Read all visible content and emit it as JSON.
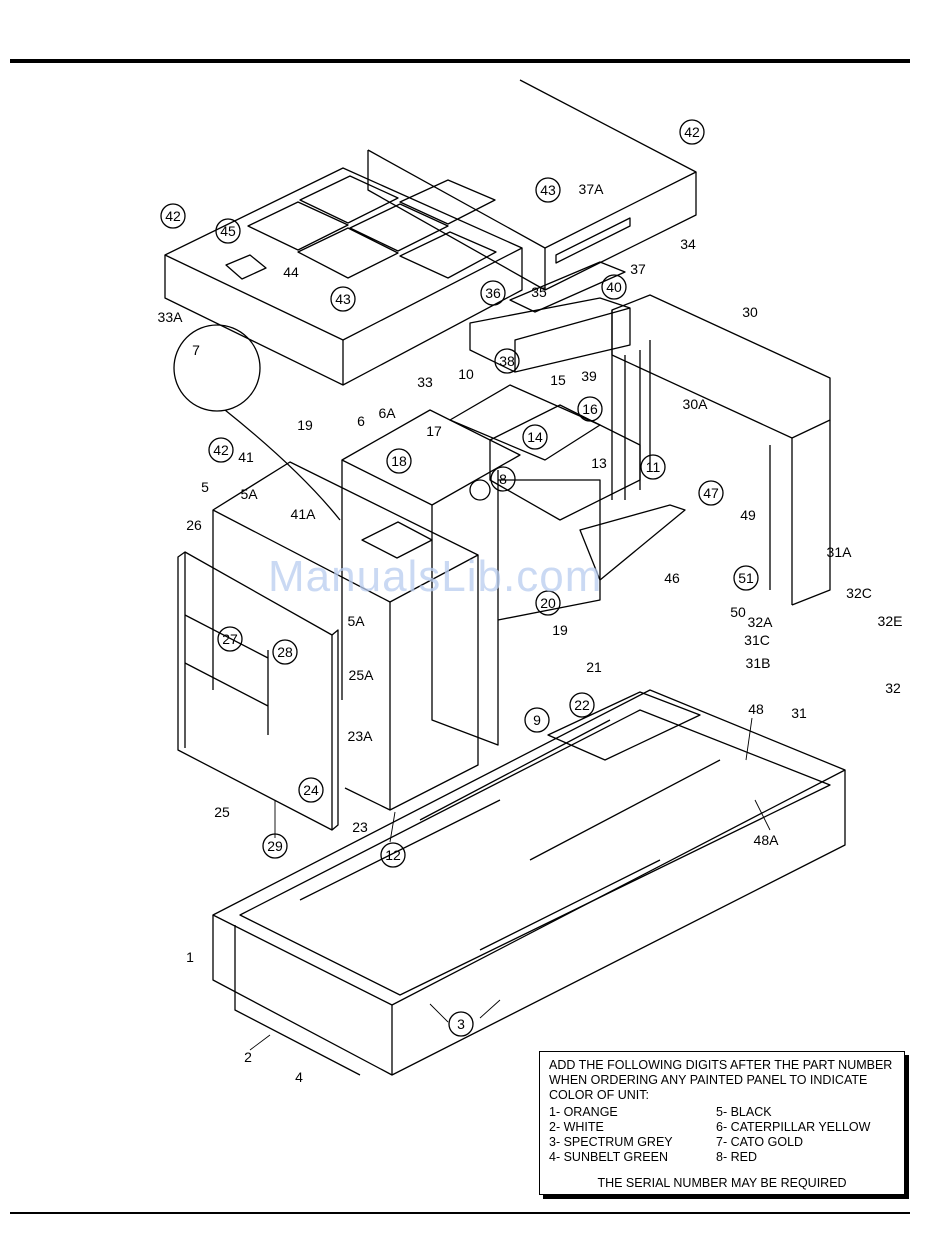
{
  "callouts": {
    "circled": [
      "42",
      "45",
      "43",
      "43",
      "42",
      "36",
      "40",
      "38",
      "16",
      "14",
      "18",
      "8",
      "11",
      "47",
      "42",
      "51",
      "27",
      "28",
      "20",
      "24",
      "22",
      "9",
      "12",
      "29",
      "3"
    ],
    "plain": [
      "33A",
      "44",
      "33",
      "37A",
      "34",
      "37",
      "35",
      "39",
      "30",
      "30A",
      "7",
      "10",
      "15",
      "19",
      "6",
      "6A",
      "17",
      "13",
      "41",
      "5",
      "5A",
      "41A",
      "26",
      "49",
      "46",
      "31A",
      "5A",
      "19",
      "21",
      "25A",
      "23A",
      "23",
      "25",
      "50",
      "32A",
      "32C",
      "32E",
      "31C",
      "31B",
      "32",
      "31",
      "48",
      "48A",
      "1",
      "2",
      "4"
    ]
  },
  "watermark": "ManualsLib.com",
  "note": {
    "heading": "ADD THE FOLLOWING DIGITS AFTER THE PART NUMBER WHEN ORDERING ANY PAINTED PANEL TO INDICATE COLOR OF UNIT:",
    "colors_left": [
      "1- ORANGE",
      "2- WHITE",
      "3- SPECTRUM GREY",
      "4- SUNBELT GREEN"
    ],
    "colors_right": [
      "5- BLACK",
      "6- CATERPILLAR YELLOW",
      "7- CATO GOLD",
      "8- RED"
    ],
    "footer": "THE SERIAL NUMBER MAY BE REQUIRED"
  }
}
